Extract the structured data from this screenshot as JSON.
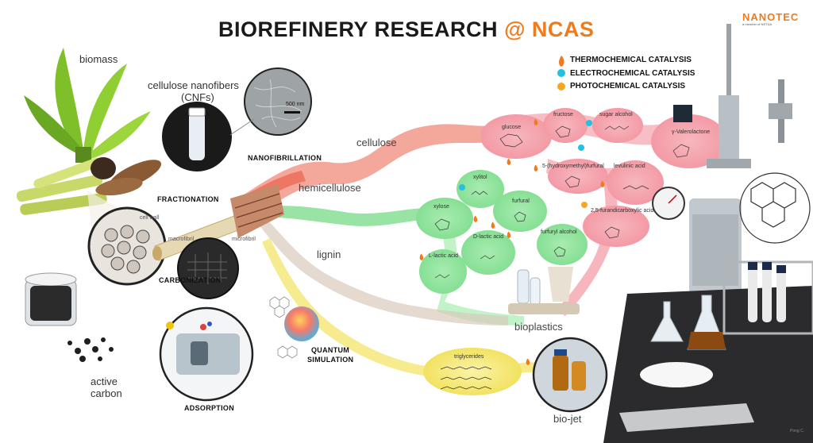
{
  "header": {
    "title_main": "BIOREFINERY RESEARCH",
    "title_at": "@",
    "title_accent": "NCAS"
  },
  "brand": {
    "logo": "NANOTEC",
    "tagline": "a member of NSTDA",
    "accent_color": "#f07b1d"
  },
  "legend": [
    {
      "label": "THERMOCHEMICAL CATALYSIS",
      "icon": "flame-icon",
      "color": "#f07b1d"
    },
    {
      "label": "ELECTROCHEMICAL CATALYSIS",
      "icon": "electron-icon",
      "color": "#23c0e0"
    },
    {
      "label": "PHOTOCHEMICAL CATALYSIS",
      "icon": "sun-icon",
      "color": "#f5a623"
    }
  ],
  "labels": {
    "biomass": "biomass",
    "cnf_line1": "cellulose nanofibers",
    "cnf_line2": "(CNFs)",
    "scale_bar": "500 nm",
    "nanofibrillation": "NANOFIBRILLATION",
    "fractionation": "FRACTIONATION",
    "cell_wall": "cell wall",
    "macrofibril": "macrofibril",
    "microfibril": "microfibril",
    "carbonization": "CARBONIZATION",
    "active_carbon_1": "active",
    "active_carbon_2": "carbon",
    "adsorption": "ADSORPTION",
    "quantum_1": "QUANTUM",
    "quantum_2": "SIMULATION",
    "cellulose": "cellulose",
    "hemicellulose": "hemicellulose",
    "lignin": "lignin",
    "bioplastics": "bioplastics",
    "bio_jet": "bio-jet",
    "credit": "Pong C."
  },
  "chemicals": {
    "glucose": "glucose",
    "fructose": "fructose",
    "sugar_alcohol": "sugar alcohol",
    "gvl": "γ-Valerolactone",
    "hmf": "5-(hydroxymethyl)furfural",
    "levulinic": "levulinic acid",
    "fdca": "2,5-furandicarboxylic acid",
    "xylitol": "xylitol",
    "xylose": "xylose",
    "furfural": "furfural",
    "d_lactic": "D-lactic acid",
    "furfuryl_alcohol": "furfuryl alcohol",
    "l_lactic": "L-lactic acid",
    "triglycerides": "triglycerides"
  },
  "colors": {
    "cellulose": "#f08a8a",
    "hemicellulose": "#7fdc8f",
    "lignin": "#c9b9a6",
    "oil": "#f3e56a",
    "pink_node": "#f5a3ad",
    "green_node": "#8fe29b"
  }
}
